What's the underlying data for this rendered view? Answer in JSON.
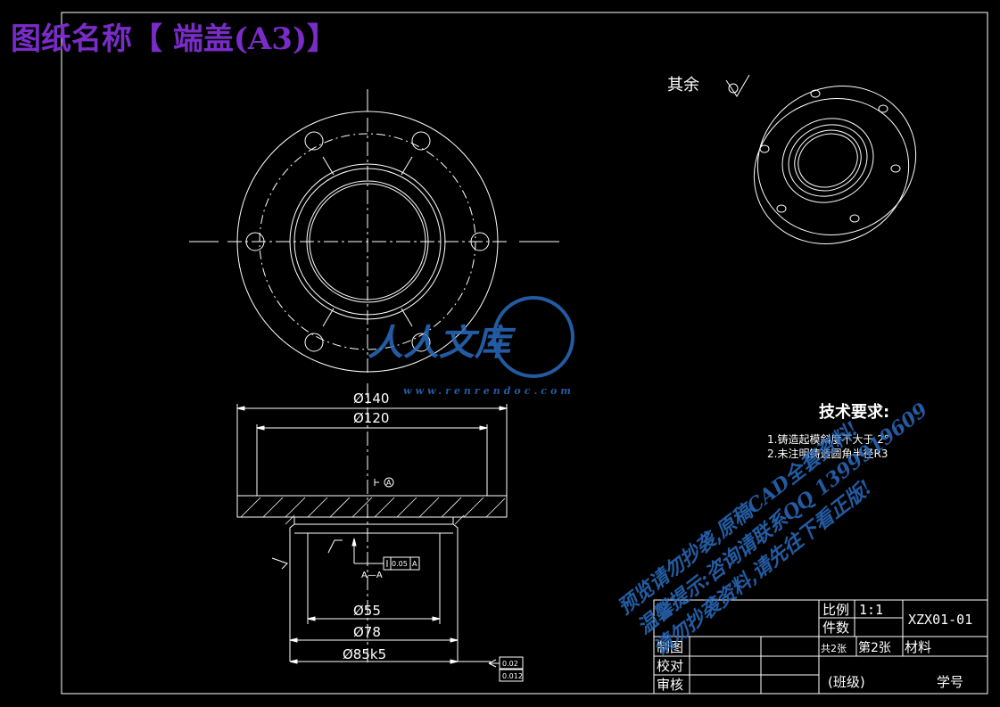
{
  "drawing_title": "图纸名称【 端盖(A3)】",
  "surface_note": "其余",
  "dimensions": {
    "d140": "Ø140",
    "d120": "Ø120",
    "d55": "Ø55",
    "d78": "Ø78",
    "d85k5": "Ø85k5"
  },
  "section_label": "A—A",
  "datum_label": "A",
  "tolerance_frame": {
    "value": "0.05",
    "datum": "A"
  },
  "runout_frames": [
    "0.02",
    "0.012"
  ],
  "tech_requirements": {
    "heading": "技术要求:",
    "items": [
      "1.铸造起模斜度不大于 2°",
      "2.未注明铸造圆角半径R3"
    ]
  },
  "title_block": {
    "scale_label": "比例",
    "scale_value": "1:1",
    "count_label": "件数",
    "drawing_no": "XZX01-01",
    "sheets_total": "共2张",
    "sheet_no": "第2张",
    "material_label": "材料",
    "drawn_label": "制图",
    "checked_label": "校对",
    "reviewed_label": "审核",
    "class_label": "(班级)",
    "student_no_label": "学号"
  },
  "watermark": {
    "logo": "人人文库",
    "url": "www.renrendoc.com",
    "line1": "预览请勿抄袭,原稿CAD全套资料!",
    "line2": "温馨提示:咨询请联系QQ 1399919609",
    "line3": "请勿抄袭资料,请先往下看正版!"
  },
  "colors": {
    "background": "#000000",
    "lines": "#ffffff",
    "title": "#7a2cc8",
    "watermark": "#2a6cc0"
  }
}
